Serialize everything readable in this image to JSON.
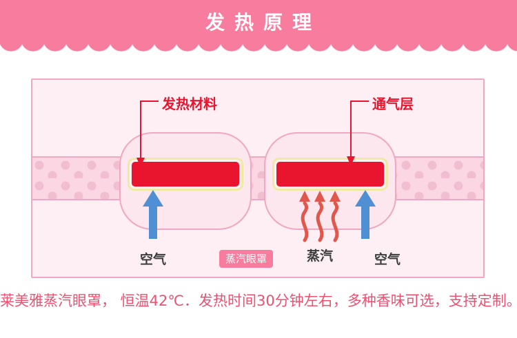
{
  "banner": {
    "title": "发热原理"
  },
  "diagram": {
    "callout_left": "发热材料",
    "callout_right": "通气层",
    "air_left_label": "空气",
    "steam_label": "蒸汽",
    "air_right_label": "空气",
    "badge_label": "蒸汽眼罩"
  },
  "footer": {
    "text": "莱美雅蒸汽眼罩， 恒温42℃．发热时间30分钟左右，多种香味可选，支持定制。"
  },
  "colors": {
    "banner_pink": "#f87c9e",
    "diagram_border_pink": "#f2a6c1",
    "diagram_bg": "#fdeff4",
    "heater_red": "#e9142e",
    "heater_frame_yellow": "#efe9a4",
    "air_arrow_blue": "#4f8fd3",
    "steam_red": "#e0574b",
    "footer_text": "#ee5170"
  }
}
